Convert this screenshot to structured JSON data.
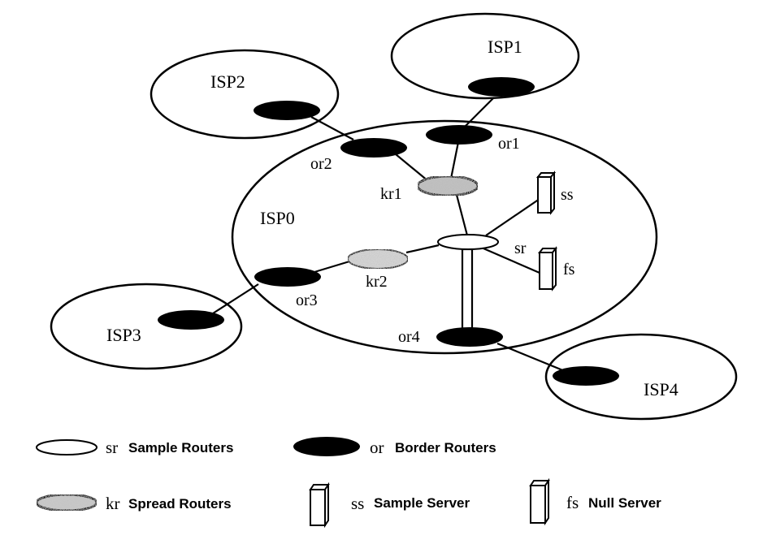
{
  "diagram": {
    "isps": [
      {
        "id": "ISP0",
        "label": "ISP0",
        "role": "core"
      },
      {
        "id": "ISP1",
        "label": "ISP1"
      },
      {
        "id": "ISP2",
        "label": "ISP2"
      },
      {
        "id": "ISP3",
        "label": "ISP3"
      },
      {
        "id": "ISP4",
        "label": "ISP4"
      }
    ],
    "nodes": [
      {
        "id": "or1",
        "label": "or1",
        "type": "border-router",
        "isp": "ISP0"
      },
      {
        "id": "or2",
        "label": "or2",
        "type": "border-router",
        "isp": "ISP0"
      },
      {
        "id": "or3",
        "label": "or3",
        "type": "border-router",
        "isp": "ISP0"
      },
      {
        "id": "or4",
        "label": "or4",
        "type": "border-router",
        "isp": "ISP0"
      },
      {
        "id": "kr1",
        "label": "kr1",
        "type": "spread-router",
        "isp": "ISP0"
      },
      {
        "id": "kr2",
        "label": "kr2",
        "type": "spread-router",
        "isp": "ISP0"
      },
      {
        "id": "sr",
        "label": "sr",
        "type": "sample-router",
        "isp": "ISP0"
      },
      {
        "id": "ss",
        "label": "ss",
        "type": "sample-server",
        "isp": "ISP0"
      },
      {
        "id": "fs",
        "label": "fs",
        "type": "null-server",
        "isp": "ISP0"
      },
      {
        "id": "isp1-router",
        "label": "",
        "type": "border-router",
        "isp": "ISP1"
      },
      {
        "id": "isp2-router",
        "label": "",
        "type": "border-router",
        "isp": "ISP2"
      },
      {
        "id": "isp3-router",
        "label": "",
        "type": "border-router",
        "isp": "ISP3"
      },
      {
        "id": "isp4-router",
        "label": "",
        "type": "border-router",
        "isp": "ISP4"
      }
    ],
    "links": [
      {
        "from": "isp1-router",
        "to": "or1"
      },
      {
        "from": "isp2-router",
        "to": "or2"
      },
      {
        "from": "isp3-router",
        "to": "or3"
      },
      {
        "from": "isp4-router",
        "to": "or4"
      },
      {
        "from": "or1",
        "to": "kr1"
      },
      {
        "from": "or2",
        "to": "kr1"
      },
      {
        "from": "or3",
        "to": "kr2"
      },
      {
        "from": "kr1",
        "to": "sr"
      },
      {
        "from": "kr2",
        "to": "sr"
      },
      {
        "from": "sr",
        "to": "ss"
      },
      {
        "from": "sr",
        "to": "fs"
      },
      {
        "from": "sr",
        "to": "or4",
        "style": "double"
      }
    ],
    "legend": [
      {
        "code": "sr",
        "text": "Sample Routers",
        "symbol": "sample-router"
      },
      {
        "code": "or",
        "text": "Border Routers",
        "symbol": "border-router"
      },
      {
        "code": "kr",
        "text": "Spread Routers",
        "symbol": "spread-router"
      },
      {
        "code": "ss",
        "text": "Sample Server",
        "symbol": "sample-server"
      },
      {
        "code": "fs",
        "text": "Null Server",
        "symbol": "null-server"
      }
    ]
  },
  "colors": {
    "stroke": "#000000",
    "border_router_fill": "#000000",
    "sample_router_fill": "#ffffff",
    "spread_router_fill": "#c8c8c8",
    "background": "#ffffff"
  }
}
